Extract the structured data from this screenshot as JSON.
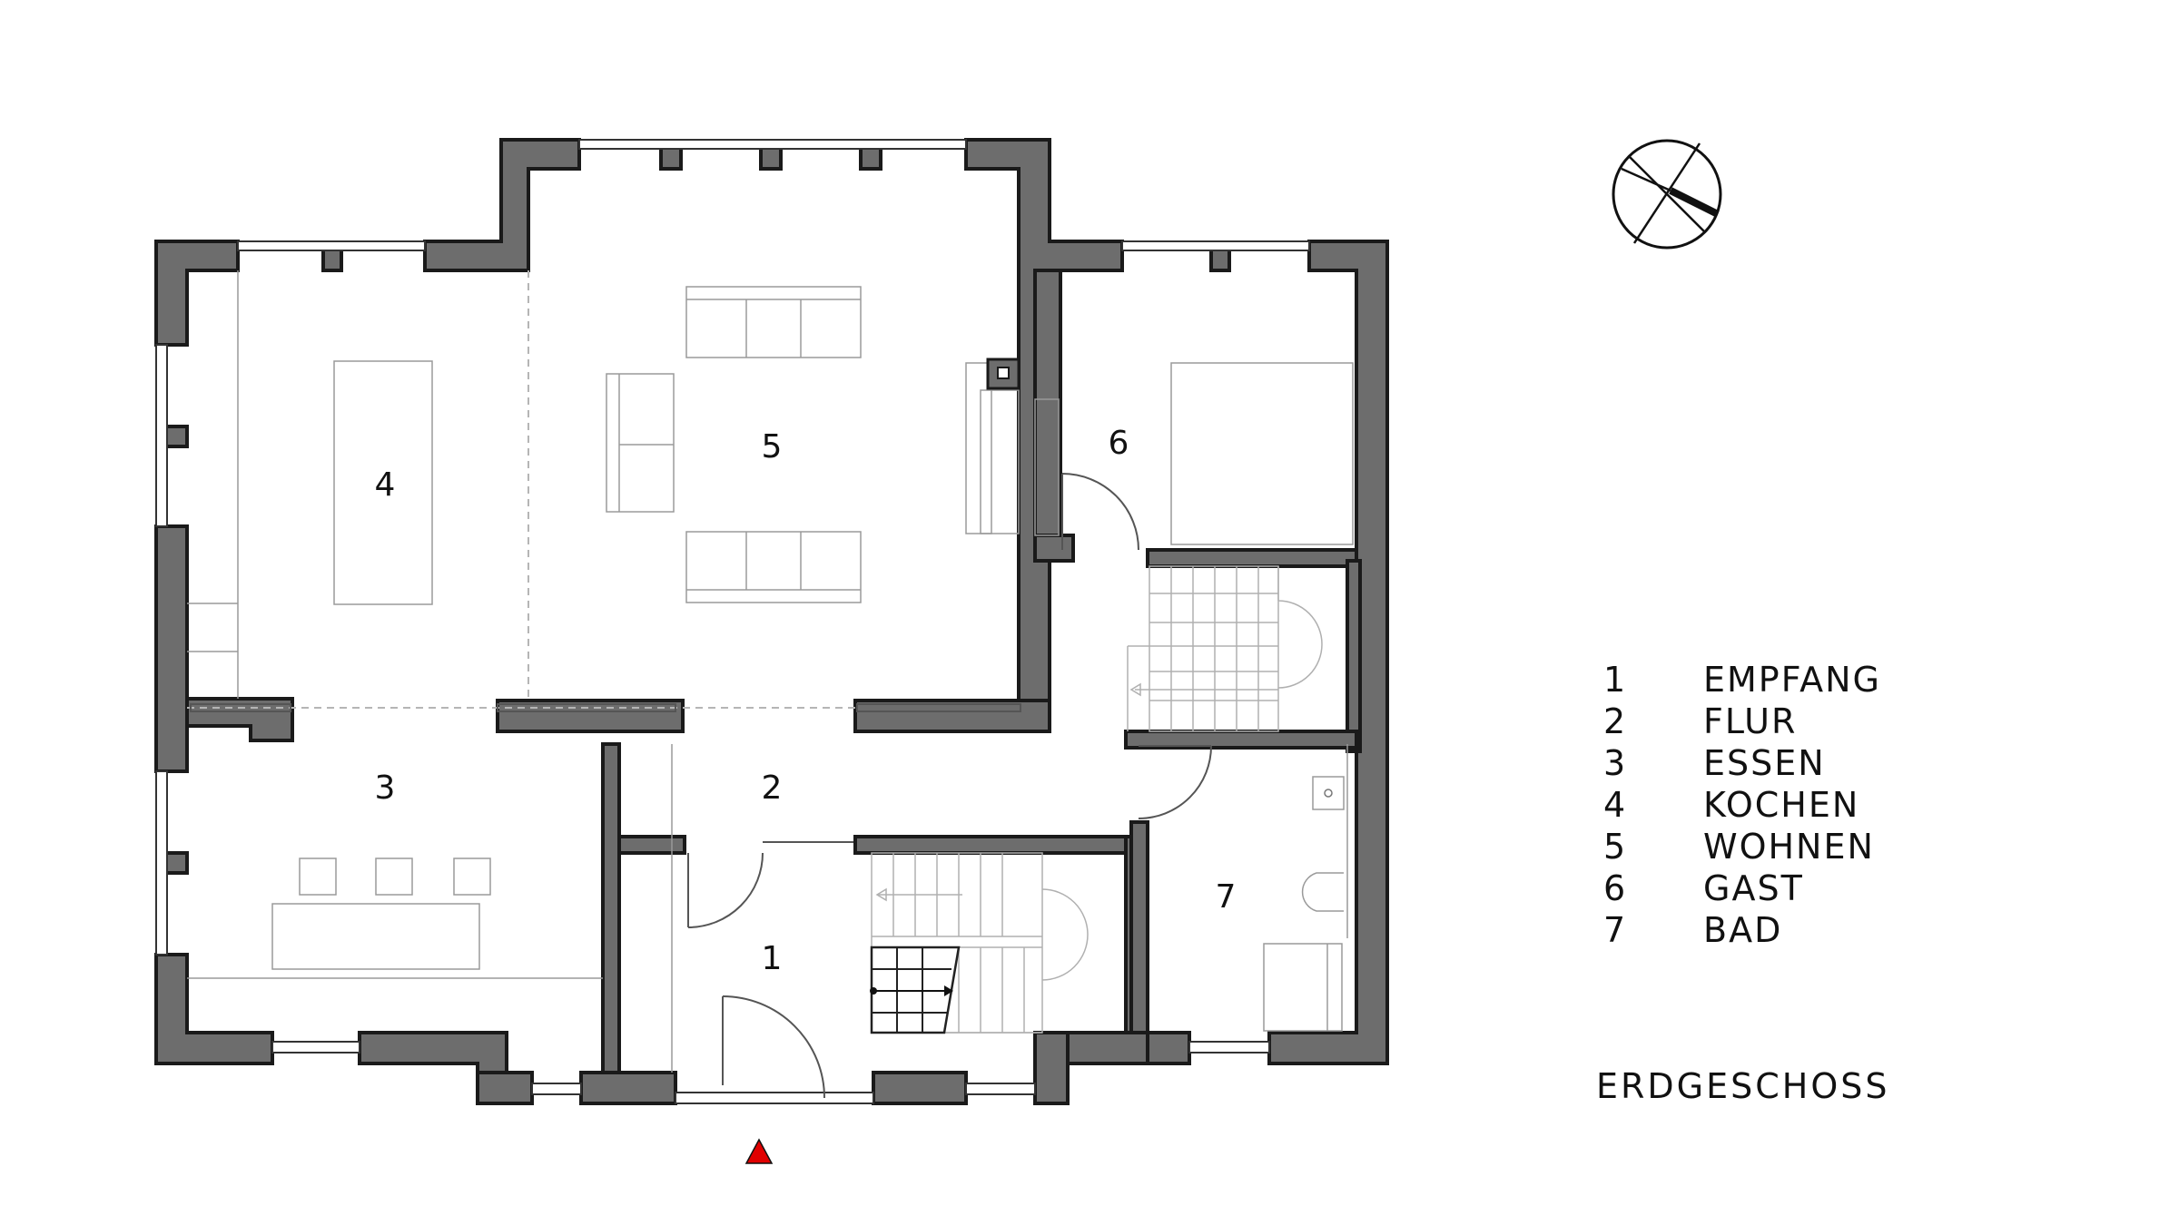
{
  "rooms": [
    {
      "id": "1",
      "name": "EMPFANG"
    },
    {
      "id": "2",
      "name": "FLUR"
    },
    {
      "id": "3",
      "name": "ESSEN"
    },
    {
      "id": "4",
      "name": "KOCHEN"
    },
    {
      "id": "5",
      "name": "WOHNEN"
    },
    {
      "id": "6",
      "name": "GAST"
    },
    {
      "id": "7",
      "name": "BAD"
    }
  ],
  "floor_title": "ERDGESCHOSS",
  "colors": {
    "wall": "#6d6d6d",
    "outline": "#1a1a1a",
    "entrance_marker": "#e00000"
  },
  "icons": {
    "north_arrow": "north-arrow-icon",
    "entrance": "entrance-triangle-icon"
  }
}
